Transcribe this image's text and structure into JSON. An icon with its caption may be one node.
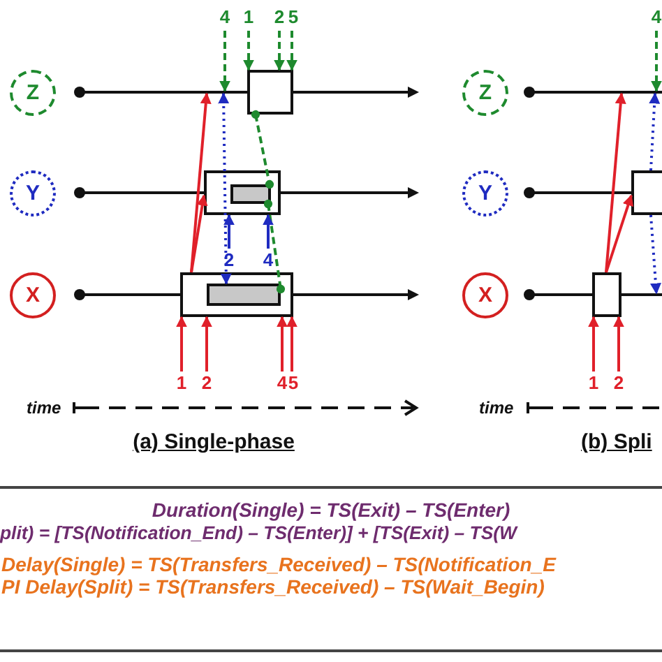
{
  "diagram": {
    "nodes": [
      {
        "text": [
          "Z"
        ]
      },
      {
        "text": [],
        "shape": "line"
      },
      {
        "text": [],
        "shape": "box"
      },
      {
        "text": [
          "Z"
        ]
      },
      {
        "text": [],
        "shape": "line"
      },
      {
        "text": [
          "Y"
        ]
      },
      {
        "text": [],
        "shape": "line"
      },
      {
        "text": [],
        "shape": "box"
      },
      {
        "text": [],
        "shape": "box",
        "in": 7
      },
      {
        "text": [
          "Y"
        ]
      },
      {
        "text": [],
        "shape": "line"
      },
      {
        "text": [],
        "shape": "box"
      },
      {
        "text": [
          "X"
        ]
      },
      {
        "text": [],
        "shape": "line"
      },
      {
        "text": [],
        "shape": "box"
      },
      {
        "text": [],
        "shape": "box",
        "in": 14
      },
      {
        "text": [
          "X"
        ]
      },
      {
        "text": [],
        "shape": "line"
      },
      {
        "text": [],
        "shape": "box"
      }
    ],
    "edges": [
      {
        "from": 14,
        "to": 1,
        "arrow": "to",
        "color": "#e0202a"
      },
      {
        "from": 14,
        "to": 7,
        "arrow": "to",
        "color": "#e0202a"
      },
      {
        "from": 1,
        "to": 15,
        "arrow": "both",
        "style": "dashed",
        "color": "#1f2bc0"
      },
      {
        "from": 2,
        "to": 8,
        "arrow": "other",
        "style": "dashed",
        "color": "#1e8a2e"
      },
      {
        "from": 8,
        "to": 15,
        "arrow": "other",
        "style": "dashed",
        "color": "#1e8a2e"
      },
      {
        "from": null,
        "to": 1,
        "arrow": "to",
        "label": "4",
        "style": "dashed",
        "color": "#1e8a2e"
      },
      {
        "from": null,
        "to": 2,
        "arrow": "to",
        "label": "1",
        "style": "dashed",
        "color": "#1e8a2e"
      },
      {
        "from": null,
        "to": 2,
        "arrow": "to",
        "label": "2",
        "style": "dashed",
        "color": "#1e8a2e"
      },
      {
        "from": null,
        "to": 2,
        "arrow": "to",
        "label": "5",
        "style": "dashed",
        "color": "#1e8a2e"
      },
      {
        "from": null,
        "to": 7,
        "arrow": "to",
        "label": "2",
        "color": "#1f2bc0"
      },
      {
        "from": null,
        "to": 7,
        "arrow": "to",
        "label": "4",
        "color": "#1f2bc0"
      },
      {
        "from": null,
        "to": 14,
        "arrow": "to",
        "label": "1",
        "color": "#e0202a"
      },
      {
        "from": null,
        "to": 14,
        "arrow": "to",
        "label": "2",
        "color": "#e0202a"
      },
      {
        "from": null,
        "to": 14,
        "arrow": "to",
        "label": "4",
        "color": "#e0202a"
      },
      {
        "from": null,
        "to": 14,
        "arrow": "to",
        "label": "5",
        "color": "#e0202a"
      },
      {
        "from": 18,
        "to": 4,
        "arrow": "to",
        "color": "#e0202a"
      },
      {
        "from": 18,
        "to": 11,
        "arrow": "to",
        "color": "#e0202a"
      },
      {
        "from": 11,
        "to": 4,
        "arrow": "to",
        "style": "dashed",
        "color": "#1f2bc0"
      },
      {
        "from": 11,
        "to": 17,
        "arrow": "to",
        "style": "dashed",
        "color": "#1f2bc0"
      },
      {
        "from": null,
        "to": 18,
        "arrow": "to",
        "label": "1",
        "color": "#e0202a"
      },
      {
        "from": null,
        "to": 18,
        "arrow": "to",
        "label": "2",
        "color": "#e0202a"
      },
      {
        "from": null,
        "to": 4,
        "arrow": "to",
        "label": "4",
        "style": "dashed",
        "color": "#1e8a2e"
      }
    ],
    "labels": [
      "time",
      "time",
      "(a) Single-phase",
      "(b) Spli",
      "Duration(Single) = TS(Exit) – TS(Enter)",
      "plit) = [TS(Notification_End) – TS(Enter)] + [TS(Exit) – TS(W",
      "Delay(Single) = TS(Transfers_Received) – TS(Notification_E",
      "PI Delay(Split) = TS(Transfers_Received) – TS(Wait_Begin)"
    ]
  }
}
